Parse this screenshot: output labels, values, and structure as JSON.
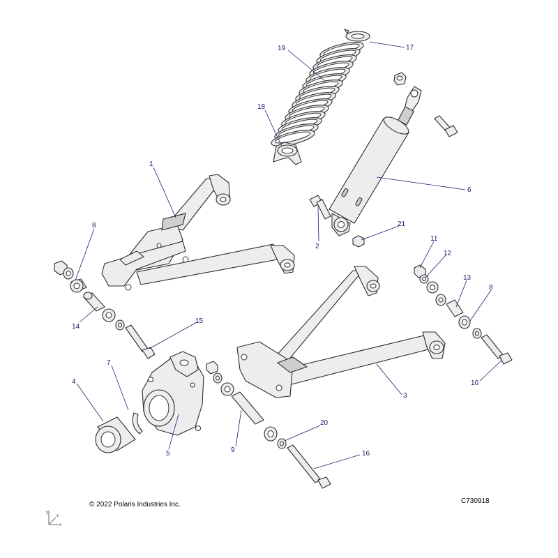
{
  "callouts": [
    "1",
    "2",
    "3",
    "4",
    "5",
    "6",
    "7",
    "8",
    "8",
    "9",
    "10",
    "11",
    "12",
    "13",
    "14",
    "15",
    "16",
    "17",
    "18",
    "19",
    "20",
    "21"
  ],
  "copyright": "© 2022 Polaris Industries Inc.",
  "drawing_id": "C730918",
  "axis": {
    "y": "y",
    "z": "z",
    "x": "x"
  }
}
